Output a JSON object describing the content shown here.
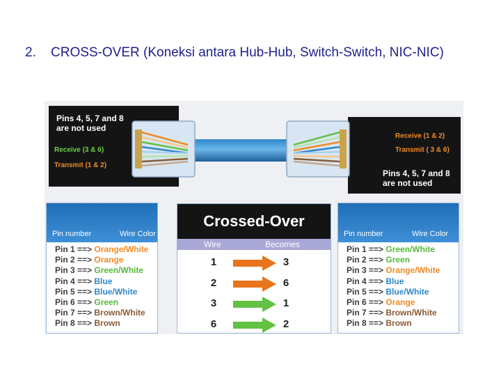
{
  "heading": {
    "number": "2.",
    "text": "CROSS-OVER (Koneksi antara Hub-Hub, Switch-Switch, NIC-NIC)"
  },
  "diagram": {
    "left_note": "Pins 4, 5, 7 and 8 are not used",
    "left_receive": "Receive (3 & 6)",
    "left_transmit": "Transmit (1 & 2)",
    "right_receive": "Receive (1 & 2)",
    "right_transmit": "Transmit ( 3 & 6)",
    "right_note": "Pins 4, 5, 7 and 8 are not used"
  },
  "left_table": {
    "pin_header": "Pin number",
    "color_header": "Wire Color",
    "rows": [
      {
        "pin": "Pin 1 ==> ",
        "color": "Orange/White"
      },
      {
        "pin": "Pin 2 ==> ",
        "color": "Orange"
      },
      {
        "pin": "Pin 3 ==> ",
        "color": "Green/White"
      },
      {
        "pin": "Pin 4 ==> ",
        "color": "Blue"
      },
      {
        "pin": "Pin 5 ==> ",
        "color": "Blue/White"
      },
      {
        "pin": "Pin 6 ==> ",
        "color": "Green"
      },
      {
        "pin": "Pin 7 ==> ",
        "color": "Brown/White"
      },
      {
        "pin": "Pin 8 ==> ",
        "color": "Brown"
      }
    ]
  },
  "crossover": {
    "title": "Crossed-Over",
    "col_wire": "Wire",
    "col_becomes": "Becomes",
    "rows": [
      {
        "wire": "1",
        "becomes": "3",
        "arrow_color": "#e8741c"
      },
      {
        "wire": "2",
        "becomes": "6",
        "arrow_color": "#e8741c"
      },
      {
        "wire": "3",
        "becomes": "1",
        "arrow_color": "#63c143"
      },
      {
        "wire": "6",
        "becomes": "2",
        "arrow_color": "#63c143"
      }
    ]
  },
  "right_table": {
    "pin_header": "Pin number",
    "color_header": "Wire Color",
    "rows": [
      {
        "pin": "Pin 1 ==> ",
        "color": "Green/White"
      },
      {
        "pin": "Pin 2 ==> ",
        "color": "Green"
      },
      {
        "pin": "Pin 3 ==> ",
        "color": "Orange/White"
      },
      {
        "pin": "Pin 4 ==> ",
        "color": "Blue"
      },
      {
        "pin": "Pin 5 ==> ",
        "color": "Blue/White"
      },
      {
        "pin": "Pin 6 ==> ",
        "color": "Orange"
      },
      {
        "pin": "Pin 7 ==> ",
        "color": "Brown/White"
      },
      {
        "pin": "Pin 8 ==> ",
        "color": "Brown"
      }
    ]
  },
  "colors": {
    "heading": "#1f1f8c",
    "orange": "#f08a24",
    "green": "#56b83a",
    "blue": "#2f86c9",
    "brown": "#8a5a34",
    "white_stripe": "#3c3c3c",
    "panel_header": "#2e7fc9"
  }
}
